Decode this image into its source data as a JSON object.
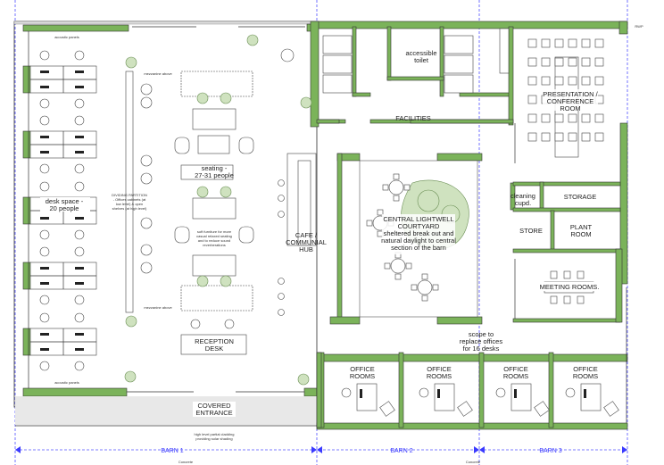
{
  "plan": {
    "barn1": {
      "acoustic_panels_top": "acoustic panels",
      "acoustic_panels_bottom": "acoustic panels",
      "mezzanine_top": "mezzanine above",
      "mezzanine_bottom": "mezzanine above",
      "seating": [
        "seating -",
        "27-31 people"
      ],
      "partition": [
        "DIVIDING PARTITION",
        "- Offices cabinets (at",
        "low level) & open",
        "shelves (at high level)"
      ],
      "desk_space": [
        "desk space -",
        "20 people"
      ],
      "soft_furniture": [
        "soft furniture for more",
        "casual relaxed seating",
        "and to reduce sound",
        "reverberations"
      ],
      "cafe": [
        "CAFE /",
        "COMMUNIAL",
        "HUB"
      ],
      "reception": [
        "RECEPTION",
        "DESK"
      ],
      "entrance": [
        "COVERED",
        "ENTRANCE"
      ],
      "cladding": [
        "high level partial cladding",
        "providing solar shading"
      ]
    },
    "barn2": {
      "accessible_toilet": [
        "accessible",
        "toilet"
      ],
      "facilities": "FACILITIES",
      "courtyard": [
        "CENTRAL LIGHTWELL",
        "COURTYARD",
        "sheltered break out and",
        "natural daylight to central",
        "section of the barn"
      ],
      "scope_note": [
        "scope to",
        "replace offices",
        "for 16 desks"
      ],
      "office_rooms": [
        [
          "OFFICE",
          "ROOMS"
        ],
        [
          "OFFICE",
          "ROOMS"
        ],
        [
          "OFFICE",
          "ROOMS"
        ],
        [
          "OFFICE",
          "ROOMS"
        ]
      ]
    },
    "barn3": {
      "presentation": [
        "PRESENTATION /",
        "CONFERENCE",
        "ROOM"
      ],
      "cleaning": [
        "cleaning",
        "cupd."
      ],
      "storage": "STORAGE",
      "store": "STORE",
      "plant_room": [
        "PLANT",
        "ROOM"
      ],
      "meeting_rooms": "MEETING ROOMS.",
      "rwp": "RWP"
    },
    "dimensions": {
      "barn1": "BARN 1",
      "barn2": "BARN 2",
      "barn3": "BARN 3",
      "concrete_1": "Concrete",
      "concrete_2": "Concrete"
    }
  },
  "colors": {
    "wall": "#7bb35a",
    "grid": "#5050ff",
    "paving": "#e8e8e8"
  }
}
